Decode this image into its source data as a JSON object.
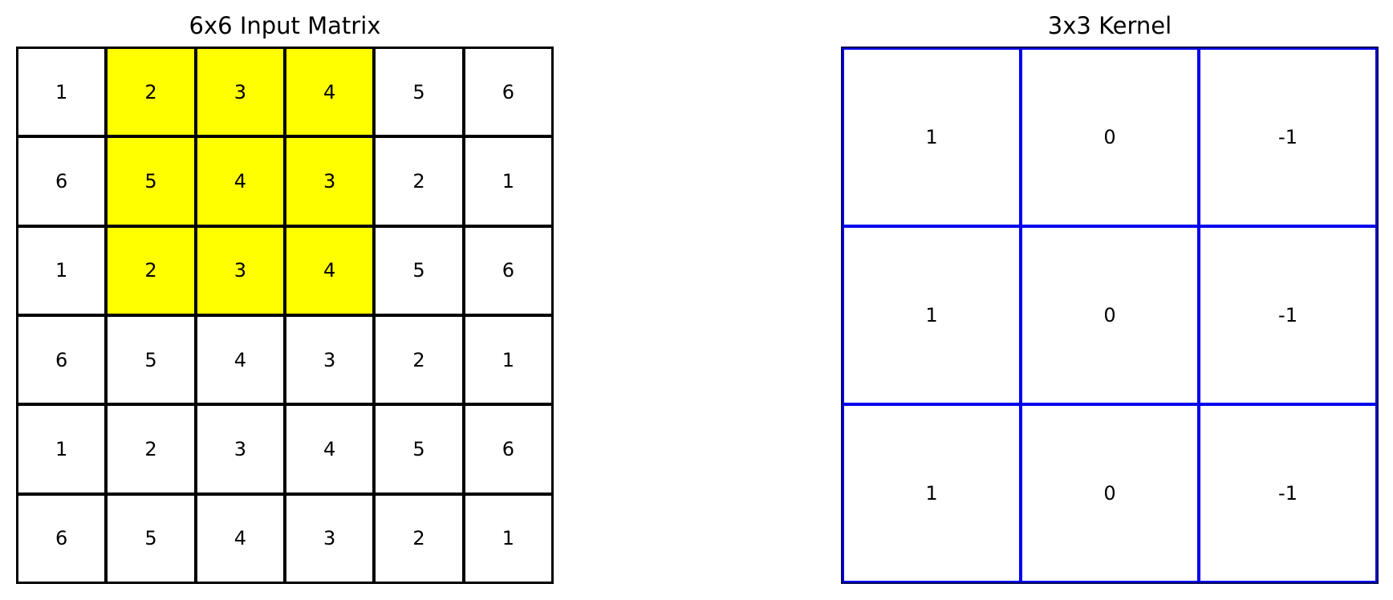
{
  "input_matrix": {
    "title": "6x6 Input Matrix",
    "values": [
      [
        1,
        2,
        3,
        4,
        5,
        6
      ],
      [
        6,
        5,
        4,
        3,
        2,
        1
      ],
      [
        1,
        2,
        3,
        4,
        5,
        6
      ],
      [
        6,
        5,
        4,
        3,
        2,
        1
      ],
      [
        1,
        2,
        3,
        4,
        5,
        6
      ],
      [
        6,
        5,
        4,
        3,
        2,
        1
      ]
    ],
    "highlight": {
      "row_start": 0,
      "row_end": 2,
      "col_start": 1,
      "col_end": 3
    },
    "highlight_color": "#ffff00",
    "border_color": "#000000"
  },
  "kernel": {
    "title": "3x3 Kernel",
    "values": [
      [
        1,
        0,
        -1
      ],
      [
        1,
        0,
        -1
      ],
      [
        1,
        0,
        -1
      ]
    ],
    "border_color": "#0000ee"
  }
}
